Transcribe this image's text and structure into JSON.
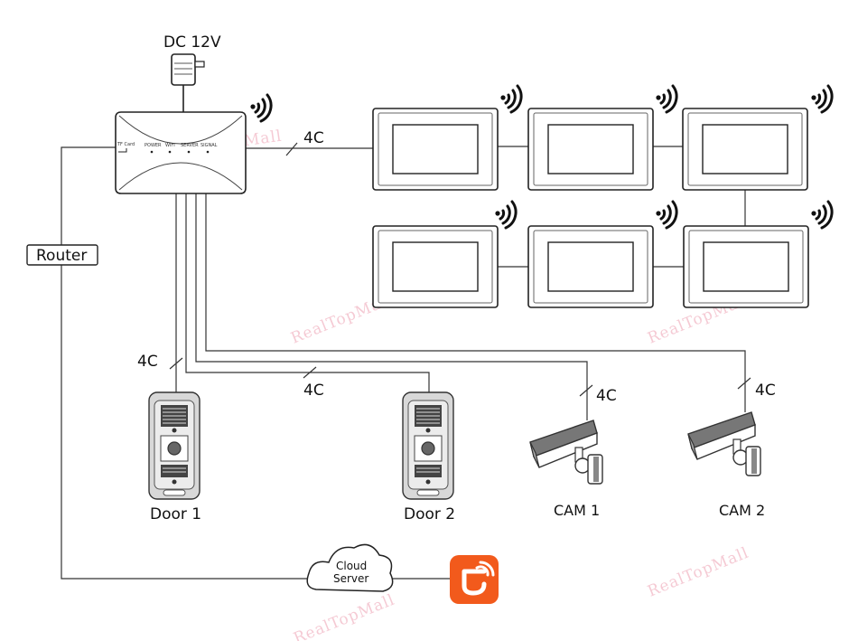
{
  "power": {
    "label": "DC 12V"
  },
  "hub": {
    "ports": {
      "tf_card": "TF Card",
      "power": "POWER",
      "wifi": "WIFI",
      "server": "SERVER",
      "signal": "SIGNAL"
    }
  },
  "router": {
    "label": "Router"
  },
  "cable_labels": {
    "hub_monitors": "4C",
    "door1": "4C",
    "door2": "4C",
    "cam1": "4C",
    "cam2": "4C"
  },
  "doors": [
    {
      "label": "Door 1"
    },
    {
      "label": "Door 2"
    }
  ],
  "cameras": [
    {
      "label": "CAM 1"
    },
    {
      "label": "CAM 2"
    }
  ],
  "cloud": {
    "line1": "Cloud",
    "line2": "Server"
  },
  "app": {
    "icon": "tuya-app-icon",
    "color": "#f25a1c"
  },
  "watermark": {
    "text": "RealTopMall",
    "color": "#f2b9c6"
  }
}
